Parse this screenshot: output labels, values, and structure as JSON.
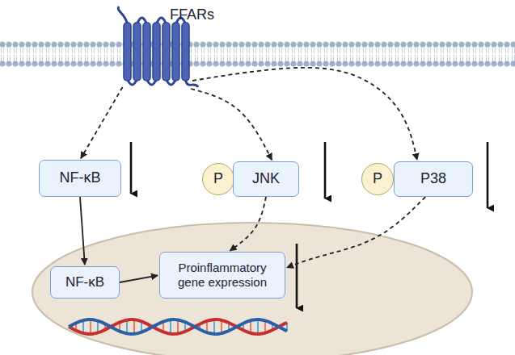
{
  "diagram": {
    "nodes": [
      {
        "text": [
          "FFARs"
        ]
      },
      {
        "text": [
          "NF-κB"
        ]
      },
      {
        "text": [
          "P"
        ]
      },
      {
        "text": [
          "JNK"
        ]
      },
      {
        "text": [
          "P"
        ]
      },
      {
        "text": [
          "P38"
        ]
      },
      {
        "text": [
          "NF-κB"
        ]
      },
      {
        "text": [
          "Proinflammatory gene expression"
        ]
      }
    ],
    "edges": [
      {
        "from": 0,
        "to": 1,
        "arrow": "to"
      },
      {
        "from": 0,
        "to": 3,
        "arrow": "to"
      },
      {
        "from": 0,
        "to": 5,
        "arrow": "to"
      },
      {
        "from": 1,
        "to": 6,
        "arrow": "to"
      },
      {
        "from": 6,
        "to": 7,
        "arrow": "to"
      },
      {
        "from": 3,
        "to": 7,
        "arrow": "to"
      },
      {
        "from": 5,
        "to": 7,
        "arrow": "to"
      }
    ]
  }
}
